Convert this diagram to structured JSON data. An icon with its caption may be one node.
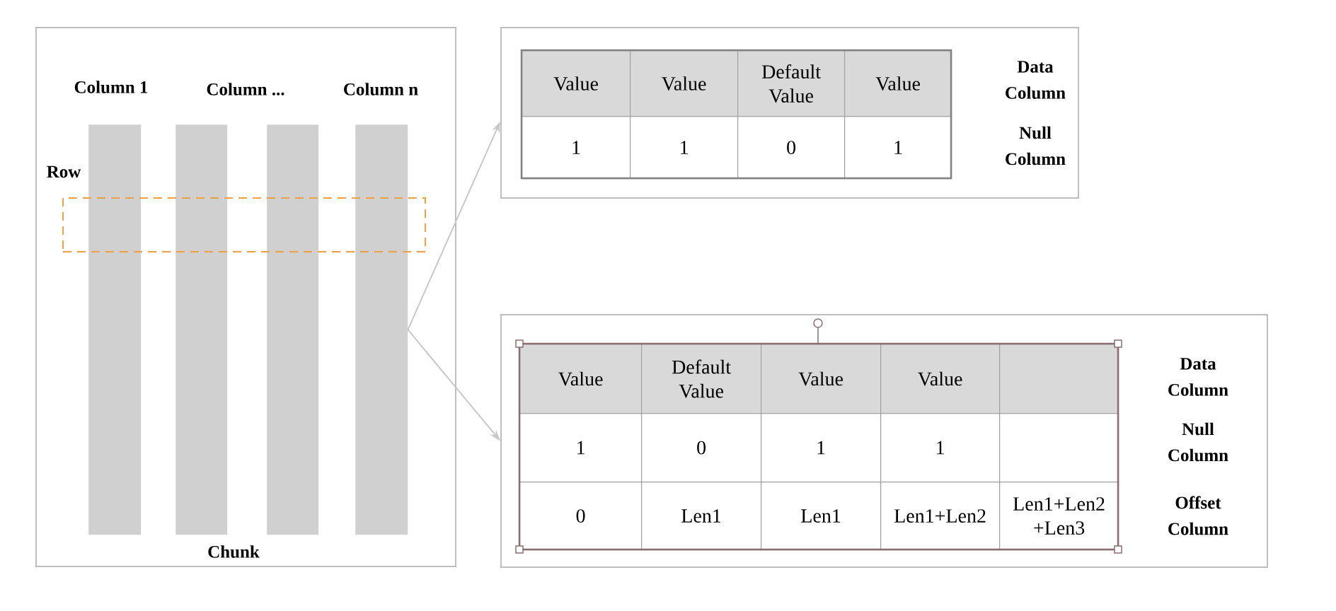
{
  "diagram": {
    "nodes": [
      {
        "text": [
          "Chunk"
        ]
      },
      {
        "text": [],
        "shape": "bar",
        "in": 0
      },
      {
        "text": [],
        "shape": "bar",
        "in": 0
      },
      {
        "text": [],
        "shape": "bar",
        "in": 0
      },
      {
        "text": [],
        "shape": "bar",
        "in": 0
      },
      {
        "text": [
          "Row"
        ],
        "in": 0
      },
      {
        "text": [],
        "shape": "box"
      },
      {
        "text": [],
        "shape": "box"
      }
    ],
    "edges": [
      {
        "from": 4,
        "to": 6,
        "arrow": "to"
      },
      {
        "from": 4,
        "to": 7,
        "arrow": "to"
      }
    ],
    "labels": [
      "Column 1",
      "Column ...",
      "Column n",
      "Value",
      "Value",
      "Default Value",
      "Value",
      "Data Column",
      "1",
      "1",
      "0",
      "1",
      "Null Column",
      "Value",
      "Default Value",
      "Value",
      "Value",
      "Data Column",
      "1",
      "0",
      "1",
      "1",
      "Null Column",
      "0",
      "Len1",
      "Len1",
      "Len1+Len2",
      "Len1+Len2 +Len3",
      "Offset Column"
    ]
  }
}
